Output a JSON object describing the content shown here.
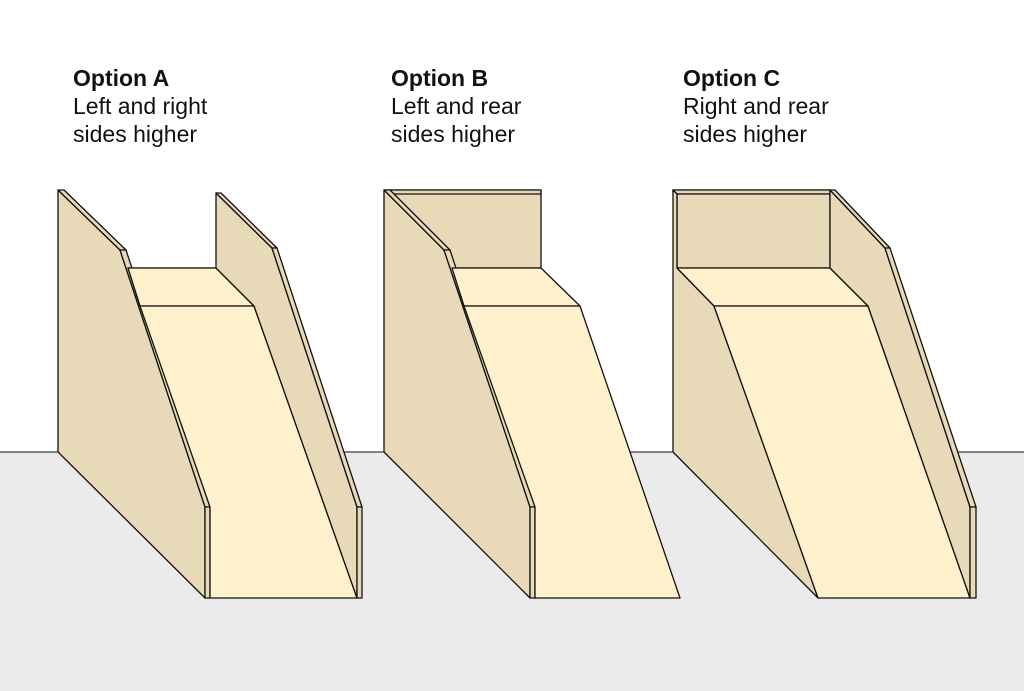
{
  "colors": {
    "background": "#ffffff",
    "floor": "#ebebeb",
    "side_panel": "#e8dab8",
    "ramp": "#fff1cc",
    "outline": "#111111"
  },
  "options": [
    {
      "id": "a",
      "title": "Option A",
      "line1": "Left and right",
      "line2": "sides higher"
    },
    {
      "id": "b",
      "title": "Option B",
      "line1": "Left and rear",
      "line2": "sides higher"
    },
    {
      "id": "c",
      "title": "Option C",
      "line1": "Right and rear",
      "line2": "sides higher"
    }
  ]
}
